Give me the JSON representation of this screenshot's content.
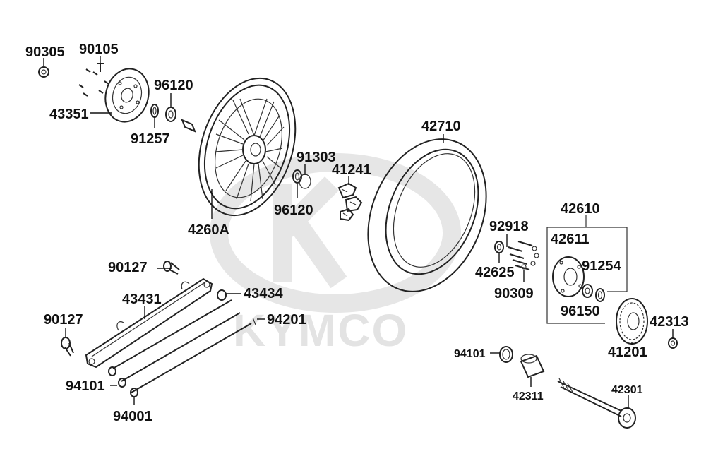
{
  "watermark": {
    "brand": "KYMCO",
    "color": "#e3e3e3"
  },
  "part_labels": {
    "p90305": "90305",
    "p90105": "90105",
    "p43351": "43351",
    "p96120a": "96120",
    "p91257": "91257",
    "p4260A": "4260A",
    "p91303": "91303",
    "p96120b": "96120",
    "p41241": "41241",
    "p42710": "42710",
    "p42610": "42610",
    "p42611": "42611",
    "p92918": "92918",
    "p42625": "42625",
    "p90309": "90309",
    "p91254": "91254",
    "p96150": "96150",
    "p42313": "42313",
    "p41201": "41201",
    "p90127a": "90127",
    "p43431": "43431",
    "p43434": "43434",
    "p90127b": "90127",
    "p94201": "94201",
    "p94101a": "94101",
    "p94001": "94001",
    "p94101b": "94101",
    "p42311": "42311",
    "p42301": "42301"
  }
}
